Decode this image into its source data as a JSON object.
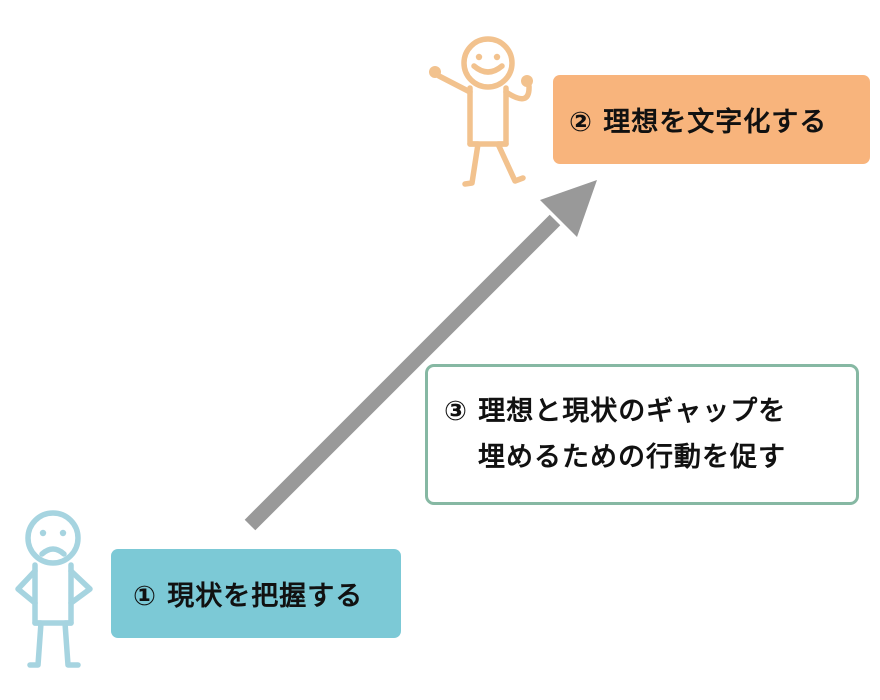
{
  "steps": {
    "current": {
      "label": "① 現状を把握する"
    },
    "ideal": {
      "label": "② 理想を文字化する"
    },
    "gap": {
      "line1": "③ 理想と現状のギャップを",
      "line2": "埋めるための行動を促す"
    }
  },
  "figures": {
    "current_person": {
      "icon": "sad-person-icon",
      "color": "#a6d4e0"
    },
    "ideal_person": {
      "icon": "happy-person-icon",
      "color": "#f2c28e"
    }
  },
  "arrow": {
    "color": "#999999"
  },
  "colors": {
    "current_box": "#7cc9d6",
    "ideal_box": "#f8b47c",
    "gap_border": "#86b8a3",
    "text": "#111111"
  }
}
